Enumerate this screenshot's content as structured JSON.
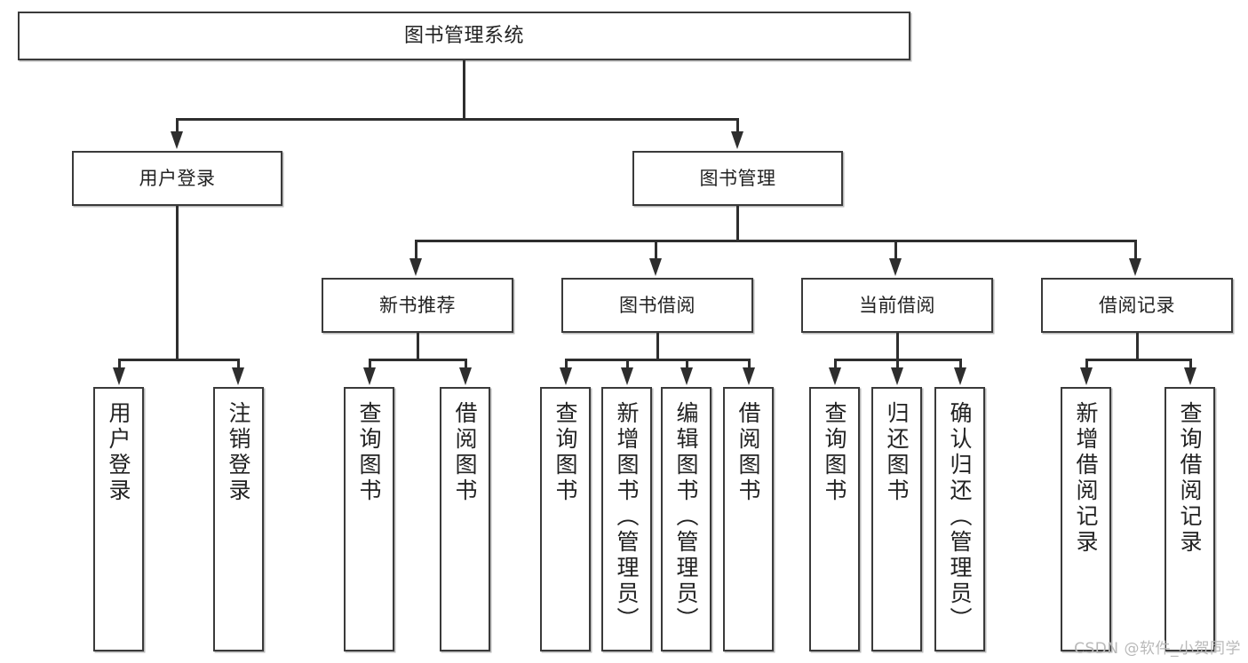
{
  "diagram": {
    "title": "图书管理系统",
    "type": "tree-hierarchy",
    "watermark": "CSDN @软件_小贺同学",
    "colors": {
      "background": "#ffffff",
      "box_border": "#3a3a3a",
      "connector": "#2e2e2e",
      "text": "#222222",
      "watermark": "#b9b9b9"
    },
    "root": {
      "label": "图书管理系统"
    },
    "level2": [
      {
        "label": "用户登录"
      },
      {
        "label": "图书管理"
      }
    ],
    "level3": [
      {
        "label": "新书推荐"
      },
      {
        "label": "图书借阅"
      },
      {
        "label": "当前借阅"
      },
      {
        "label": "借阅记录"
      }
    ],
    "leaves": {
      "user_login": [
        {
          "label": "用户登录"
        },
        {
          "label": "注销登录"
        }
      ],
      "new_book_recommend": [
        {
          "label": "查询图书"
        },
        {
          "label": "借阅图书"
        }
      ],
      "book_borrow": [
        {
          "label": "查询图书"
        },
        {
          "label": "新增图书（管理员）"
        },
        {
          "label": "编辑图书（管理员）"
        },
        {
          "label": "借阅图书"
        }
      ],
      "current_borrow": [
        {
          "label": "查询图书"
        },
        {
          "label": "归还图书"
        },
        {
          "label": "确认归还（管理员）"
        }
      ],
      "borrow_record": [
        {
          "label": "新增借阅记录"
        },
        {
          "label": "查询借阅记录"
        }
      ]
    }
  }
}
